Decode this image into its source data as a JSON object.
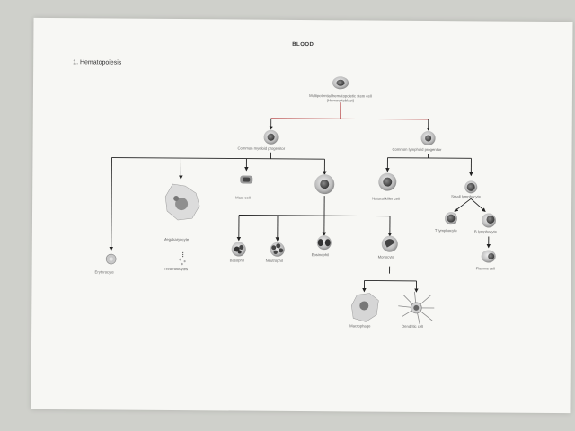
{
  "title": "BLOOD",
  "section": "1. Hematopoiesis",
  "nodes": {
    "hsc": "Multipotential hematopoietic stem cell (Hemocytoblast)",
    "myeloid": "Common myeloid progenitor",
    "lymphoid": "Common lymphoid progenitor",
    "mast": "Mast cell",
    "megakaryocyte": "Megakaryocyte",
    "thrombocytes": "Thrombocytes",
    "erythrocyte": "Erythrocyte",
    "basophil": "Basophil",
    "neutrophil": "Neutrophil",
    "eosinophil": "Eosinophil",
    "monocyte": "Monocyte",
    "macrophage": "Macrophage",
    "dendritic": "Dendritic cell",
    "nk": "Natural killer cell",
    "small_lymph": "Small lymphocyte",
    "t_lymph": "T lymphocyte",
    "b_lymph": "B lymphocyte",
    "plasma": "Plasma cell"
  }
}
